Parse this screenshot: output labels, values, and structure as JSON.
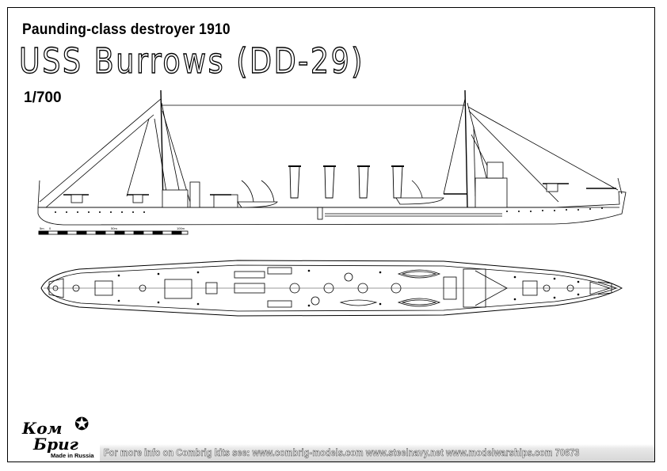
{
  "sheet": {
    "subtitle": "Paunding-class destroyer 1910",
    "title": "USS Burrows (DD-29)",
    "scale": "1/700"
  },
  "scale_bar": {
    "labels": [
      "5m",
      "0",
      "50m",
      "100m"
    ]
  },
  "logo": {
    "line1": "Ком",
    "line2": "Бриг",
    "made_in": "Made in Russia"
  },
  "footer": {
    "text": "For more info on Combrig kits see: www.combrig-models.com www.steelnavy.net  www.modelwarships.com  70673"
  }
}
